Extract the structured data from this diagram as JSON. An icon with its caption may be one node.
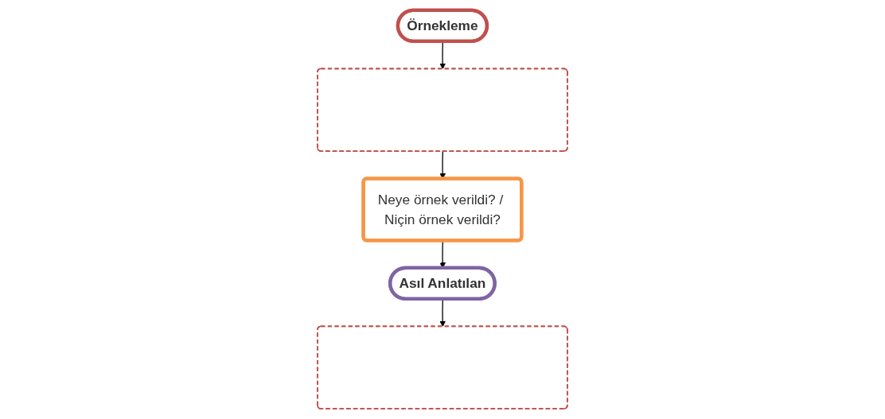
{
  "diagram": {
    "nodes": [
      {
        "text": [
          "Örnekleme"
        ]
      },
      {
        "text": [],
        "shape": "box"
      },
      {
        "text": [
          "Neye örnek verildi? / Niçin örnek verildi?"
        ]
      },
      {
        "text": [
          "Asıl Anlatılan"
        ]
      },
      {
        "text": [],
        "shape": "box"
      }
    ],
    "edges": [
      {
        "from": 0,
        "to": 1,
        "arrow": "to"
      },
      {
        "from": 1,
        "to": 2,
        "arrow": "to"
      },
      {
        "from": 2,
        "to": 3,
        "arrow": "to"
      },
      {
        "from": 3,
        "to": 4,
        "arrow": "to"
      }
    ]
  }
}
